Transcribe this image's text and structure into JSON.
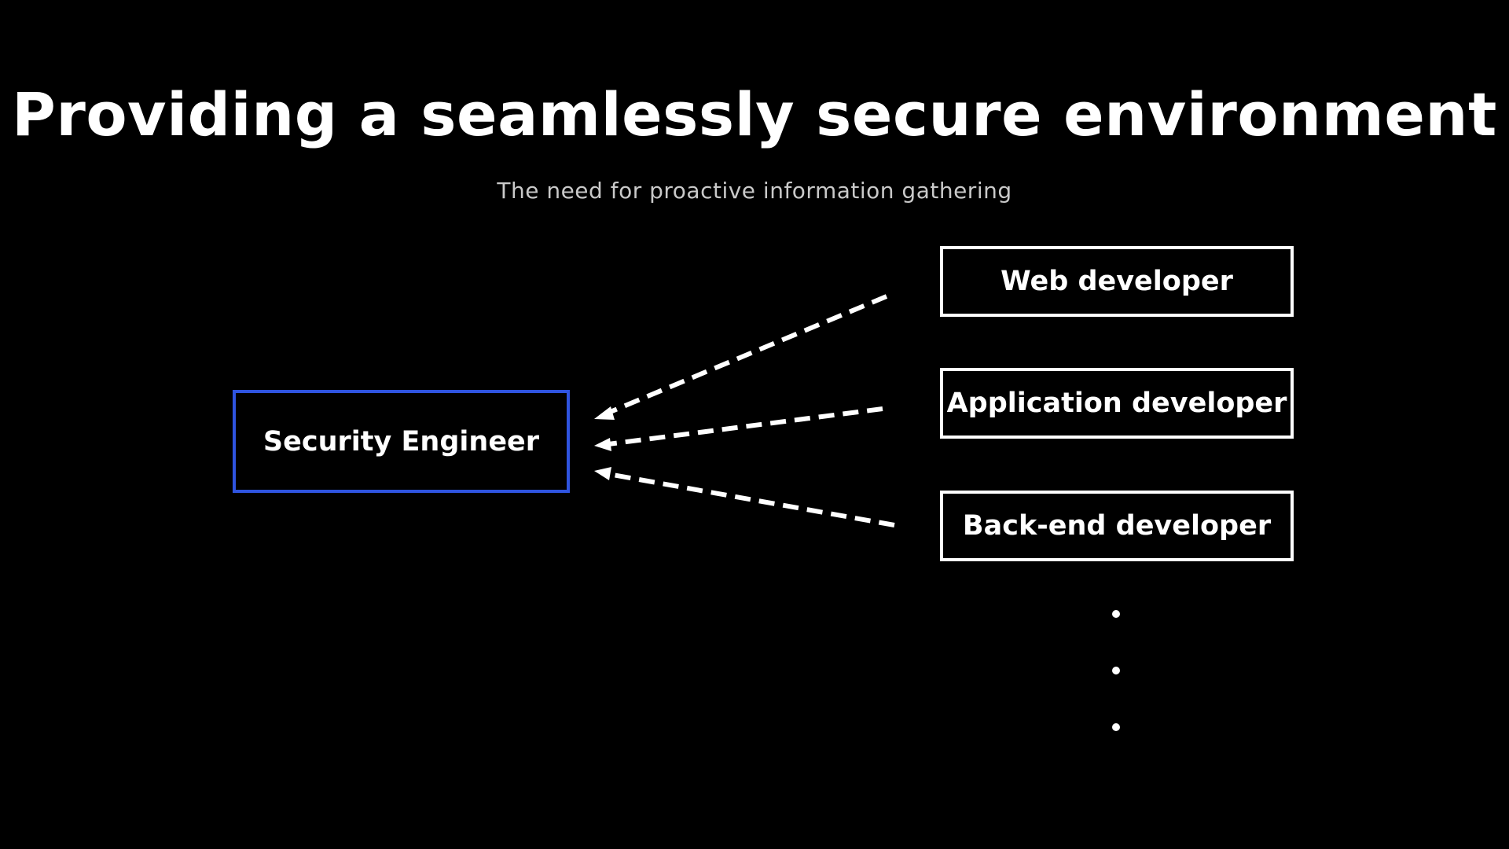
{
  "slide": {
    "title": "Providing a seamlessly secure environment",
    "subtitle": "The need for proactive information gathering"
  },
  "diagram": {
    "center": {
      "label": "Security Engineer",
      "border_color": "#2f54e0"
    },
    "roles": [
      {
        "label": "Web developer"
      },
      {
        "label": "Application developer"
      },
      {
        "label": "Back-end developer"
      }
    ],
    "continuation": "more roles implied by vertical ellipsis",
    "arrow_style": "dashed",
    "arrow_color": "#ffffff",
    "background_color": "#000000"
  }
}
